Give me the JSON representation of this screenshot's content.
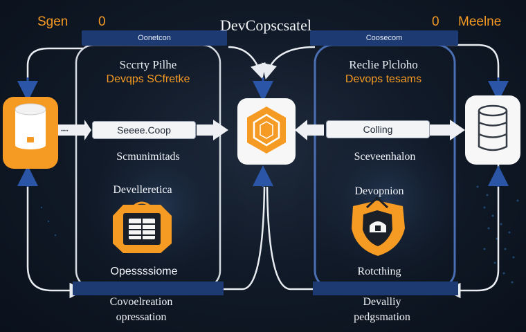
{
  "header": {
    "title": "DevCopscsatel",
    "left_label": "Sgen",
    "left_number": "0",
    "right_number": "0",
    "right_label": "Meelne"
  },
  "left_panel": {
    "tab": "Oonetcon",
    "heading": "Sccrty Pilhe",
    "subheading": "Devqps SCfretke",
    "bar_label": "Seeee.Coop",
    "stage_1": "Scmunimitads",
    "stage_2": "Develleretica",
    "stage_3": "Opessssiome",
    "footer_line_1": "Covoelreation",
    "footer_line_2": "opressation"
  },
  "right_panel": {
    "tab": "Coosecom",
    "heading": "Reclie Plcloho",
    "subheading": "Devops tesams",
    "bar_label": "Colling",
    "stage_1": "Sceveenhalon",
    "stage_2": "Devopnion",
    "stage_3": "Rotcthing",
    "footer_line_1": "Devalliy",
    "footer_line_2": "pedgsmation"
  },
  "colors": {
    "accent": "#f59a23",
    "panel_border": "#d6dbe2",
    "right_panel_border": "#4a6fb5",
    "tab_blue": "#1d3a73",
    "background": "#111a28"
  },
  "icons": {
    "left_node": "cylinder-icon",
    "center_node": "hexagon-icon",
    "right_node": "database-icon",
    "left_badge": "lock-icon",
    "right_badge": "shield-icon"
  }
}
